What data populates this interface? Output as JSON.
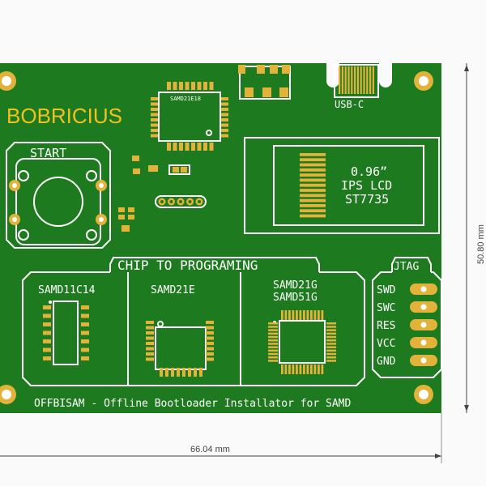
{
  "board": {
    "title": "BOBRICIUS",
    "chip_label": "SAMD21E18",
    "start_label": "START",
    "usb_label": "USB-C",
    "lcd": {
      "line1": "0.96”",
      "line2": "IPS LCD",
      "line3": "ST7735"
    },
    "section_title": "CHIP TO PROGRAMING",
    "chips": {
      "c1": "SAMD11C14",
      "c2": "SAMD21E",
      "c3_line1": "SAMD21G",
      "c3_line2": "SAMD51G"
    },
    "jtag": {
      "title": "JTAG",
      "pins": [
        "SWD",
        "SWC",
        "RES",
        "VCC",
        "GND"
      ]
    },
    "footer": "OFFBISAM - Offline Bootloader Installator for SAMD"
  },
  "dimensions": {
    "width": "66.04 mm",
    "height": "50.80 mm"
  },
  "colors": {
    "pcb": "#1e7a1e",
    "pad": "#e2b23a",
    "silk": "#ffffff",
    "title": "#f0c020"
  }
}
